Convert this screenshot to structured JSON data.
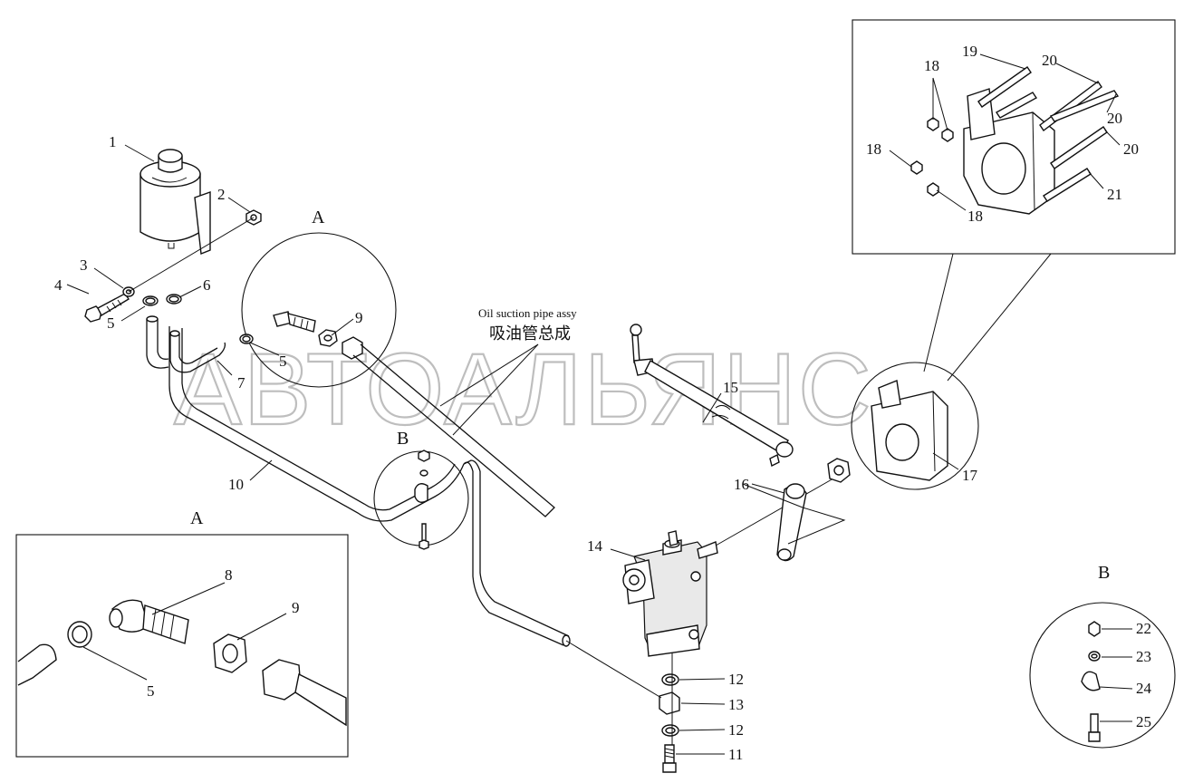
{
  "watermark": "АВТОАЛЬЯНС",
  "caption": {
    "english": "Oil suction pipe assy",
    "chinese": "吸油管总成"
  },
  "view_labels": {
    "a_main": "A",
    "b_main": "B",
    "a_inset": "A",
    "b_inset": "B"
  },
  "callouts": {
    "p1": "1",
    "p2": "2",
    "p3": "3",
    "p4": "4",
    "p5a": "5",
    "p5b": "5",
    "p6": "6",
    "p7": "7",
    "p9a": "9",
    "p10": "10",
    "p14": "14",
    "p15": "15",
    "p16": "16",
    "p17": "17",
    "p12a": "12",
    "p13": "13",
    "p12b": "12",
    "p11": "11",
    "i_a8": "8",
    "i_a9": "9",
    "i_a5": "5",
    "i_b22": "22",
    "i_b23": "23",
    "i_b24": "24",
    "i_b25": "25",
    "i_c18a": "18",
    "i_c19": "19",
    "i_c20a": "20",
    "i_c20b": "20",
    "i_c20c": "20",
    "i_c18b": "18",
    "i_c18c": "18",
    "i_c21": "21"
  }
}
